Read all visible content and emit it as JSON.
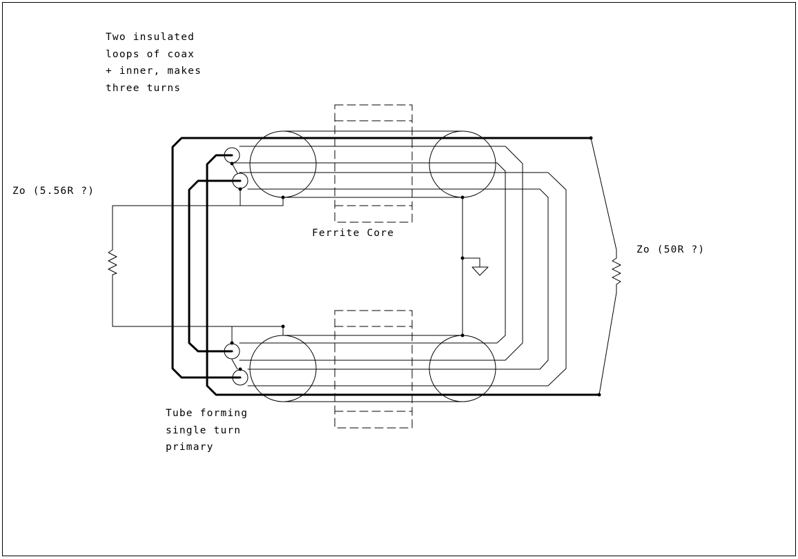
{
  "annotations": {
    "coax_note": [
      "Two insulated",
      "loops of coax",
      "+ inner, makes",
      "three turns"
    ],
    "tube_note": [
      "Tube forming",
      "single turn",
      "primary"
    ],
    "ferrite_label": "Ferrite Core",
    "zo_left": "Zo (5.56R ?)",
    "zo_right": "Zo (50R ?)"
  },
  "colors": {
    "ink": "#000000",
    "paper": "#ffffff"
  }
}
